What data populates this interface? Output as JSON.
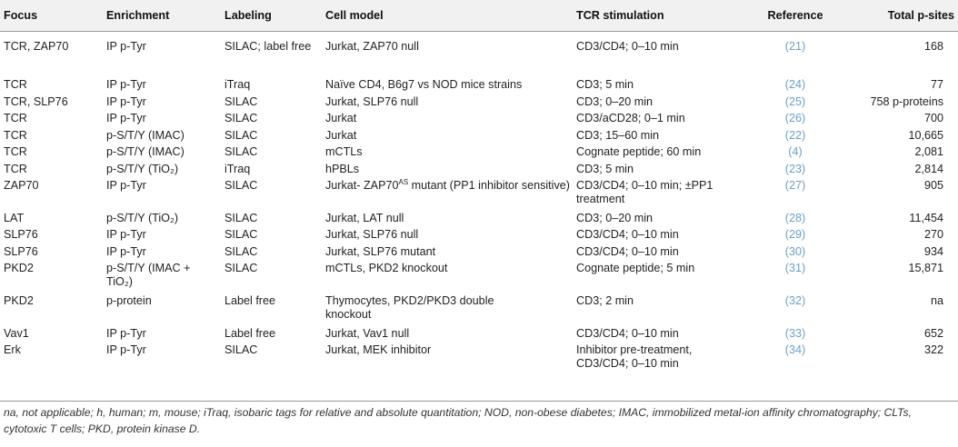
{
  "headers": {
    "focus": "Focus",
    "enrichment": "Enrichment",
    "labeling": "Labeling",
    "cell_model": "Cell model",
    "tcr_stimulation": "TCR stimulation",
    "reference": "Reference",
    "total_psites": "Total p-sites"
  },
  "rows": [
    {
      "focus": "TCR, ZAP70",
      "enrichment": "IP p-Tyr",
      "labeling": "SILAC; label free",
      "cell_model": "Jurkat, ZAP70 null",
      "tcr": "CD3/CD4; 0–10 min",
      "ref": "(21)",
      "total": "168"
    },
    {
      "focus": "TCR",
      "enrichment": "IP p-Tyr",
      "labeling": "iTraq",
      "cell_model": "Naïve CD4, B6g7 vs NOD mice strains",
      "tcr": "CD3; 5 min",
      "ref": "(24)",
      "total": "77"
    },
    {
      "focus": "TCR, SLP76",
      "enrichment": "IP p-Tyr",
      "labeling": "SILAC",
      "cell_model": "Jurkat, SLP76 null",
      "tcr": "CD3; 0–20 min",
      "ref": "(25)",
      "total": "758 p-proteins"
    },
    {
      "focus": "TCR",
      "enrichment": "IP p-Tyr",
      "labeling": "SILAC",
      "cell_model": "Jurkat",
      "tcr": "CD3/aCD28; 0–1 min",
      "ref": "(26)",
      "total": "700"
    },
    {
      "focus": "TCR",
      "enrichment": "p-S/T/Y (IMAC)",
      "labeling": "SILAC",
      "cell_model": "Jurkat",
      "tcr": "CD3; 15–60 min",
      "ref": "(22)",
      "total": "10,665"
    },
    {
      "focus": "TCR",
      "enrichment": "p-S/T/Y (IMAC)",
      "labeling": "SILAC",
      "cell_model": "mCTLs",
      "tcr": "Cognate peptide; 60 min",
      "ref": "(4)",
      "total": "2,081"
    },
    {
      "focus": "TCR",
      "enrichment": "p-S/T/Y (TiO₂)",
      "labeling": "iTraq",
      "cell_model": "hPBLs",
      "tcr": "CD3; 5 min",
      "ref": "(23)",
      "total": "2,814"
    },
    {
      "focus": "ZAP70",
      "enrichment": "IP p-Tyr",
      "labeling": "SILAC",
      "cell_model_a": "Jurkat- ZAP70",
      "cell_model_sup": "AS",
      "cell_model_b": " mutant (PP1 inhibitor sensitive)",
      "tcr": "CD3/CD4; 0–10 min; ±PP1 treatment",
      "ref": "(27)",
      "total": "905"
    },
    {
      "focus": "LAT",
      "enrichment": "p-S/T/Y (TiO₂)",
      "labeling": "SILAC",
      "cell_model": "Jurkat, LAT null",
      "tcr": "CD3; 0–20 min",
      "ref": "(28)",
      "total": "11,454"
    },
    {
      "focus": "SLP76",
      "enrichment": "IP p-Tyr",
      "labeling": "SILAC",
      "cell_model": "Jurkat, SLP76 null",
      "tcr": "CD3/CD4; 0–10 min",
      "ref": "(29)",
      "total": "270"
    },
    {
      "focus": "SLP76",
      "enrichment": "IP p-Tyr",
      "labeling": "SILAC",
      "cell_model": "Jurkat, SLP76 mutant",
      "tcr": "CD3/CD4; 0–10 min",
      "ref": "(30)",
      "total": "934"
    },
    {
      "focus": "PKD2",
      "enrichment": "p-S/T/Y (IMAC + TiO₂)",
      "labeling": "SILAC",
      "cell_model": "mCTLs, PKD2 knockout",
      "tcr": "Cognate peptide; 5 min",
      "ref": "(31)",
      "total": "15,871"
    },
    {
      "focus": "PKD2",
      "enrichment": "p-protein",
      "labeling": "Label free",
      "cell_model": "Thymocytes, PKD2/PKD3 double knockout",
      "tcr": "CD3; 2 min",
      "ref": "(32)",
      "total": "na"
    },
    {
      "focus": "Vav1",
      "enrichment": "IP p-Tyr",
      "labeling": "Label free",
      "cell_model": "Jurkat, Vav1 null",
      "tcr": "CD3/CD4; 0–10 min",
      "ref": "(33)",
      "total": "652"
    },
    {
      "focus": "Erk",
      "enrichment": "IP p-Tyr",
      "labeling": "SILAC",
      "cell_model": "Jurkat, MEK inhibitor",
      "tcr": "Inhibitor pre-treatment, CD3/CD4; 0–10 min",
      "ref": "(34)",
      "total": "322"
    }
  ],
  "footnote": "na, not applicable; h, human; m, mouse; iTraq, isobaric tags for relative and absolute quantitation; NOD, non-obese diabetes; IMAC, immobilized metal-ion affinity chromatography; CLTs, cytotoxic T cells; PKD, protein kinase D."
}
